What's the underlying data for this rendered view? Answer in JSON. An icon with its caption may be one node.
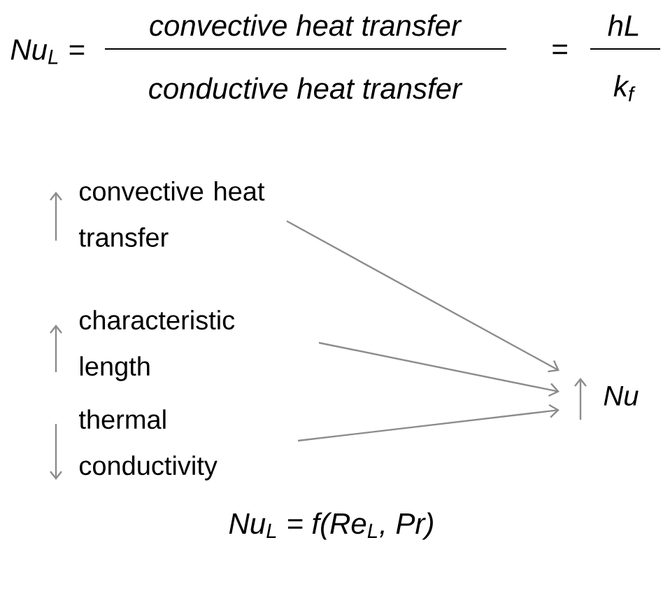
{
  "diagram": {
    "nodes": [
      {
        "text": [
          "convective heat transfer"
        ]
      },
      {
        "text": [
          "characteristic length"
        ]
      },
      {
        "text": [
          "thermal conductivity"
        ]
      },
      {
        "text": [
          "Nu"
        ]
      }
    ],
    "edges": [
      {
        "from": 0,
        "to": 3,
        "arrow": "to"
      },
      {
        "from": 1,
        "to": 3,
        "arrow": "to"
      },
      {
        "from": 2,
        "to": 3,
        "arrow": "to"
      }
    ],
    "labels": [
      "Nu$_{L}$ =",
      "convective heat transfer",
      "conductive heat transfer",
      "=",
      "hL",
      "k$_{f}$",
      "Nu$_{L}$ = f(Re$_{L}$, Pr)"
    ]
  }
}
